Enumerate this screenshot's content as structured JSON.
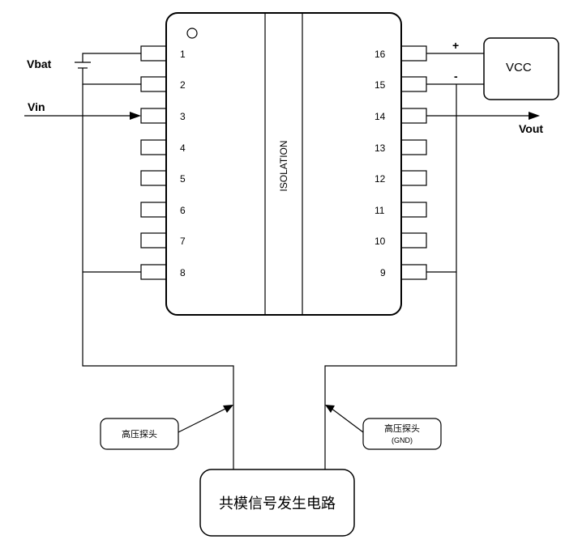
{
  "labels": {
    "vbat": "Vbat",
    "vin": "Vin",
    "vout": "Vout",
    "vcc": "VCC",
    "plus": "+",
    "minus": "-",
    "isolation": "ISOLATION",
    "probe_left": "高压探头",
    "probe_right_line1": "高压探头",
    "probe_right_line2": "(GND)",
    "generator": "共模信号发生电路"
  },
  "pins": {
    "left": [
      "1",
      "2",
      "3",
      "4",
      "5",
      "6",
      "7",
      "8"
    ],
    "right": [
      "16",
      "15",
      "14",
      "13",
      "12",
      "11",
      "10",
      "9"
    ]
  }
}
